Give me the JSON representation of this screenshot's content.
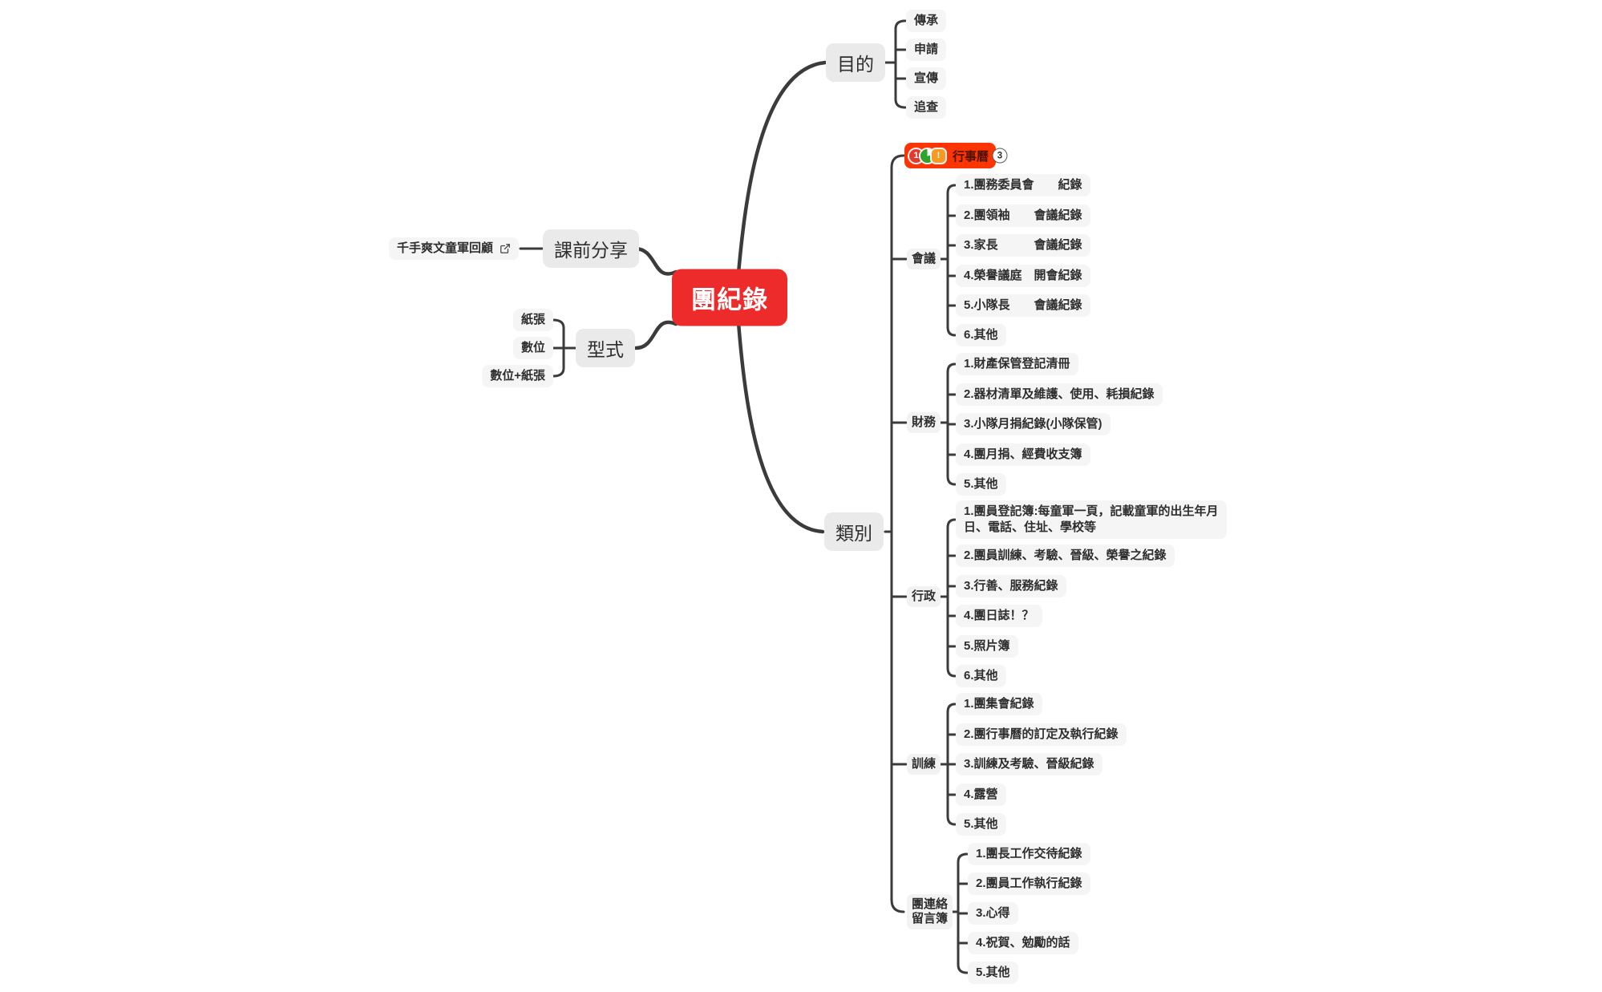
{
  "colors": {
    "root_bg": "#ED2B2B",
    "calendar_bg": "#FC3505",
    "topic_bg": "#EAEAEA",
    "leaf_bg": "#F5F5F5",
    "line": "#3B3B3B",
    "marker_red": "#E23A30",
    "marker_green": "#2FA42C",
    "marker_orange": "#F59A23"
  },
  "root": {
    "label": "團紀錄"
  },
  "purpose": {
    "label": "目的",
    "items": [
      "傳承",
      "申請",
      "宣傳",
      "追查"
    ]
  },
  "preclass": {
    "label": "課前分享",
    "link": {
      "label": "千手爽文童軍回顧",
      "icon": "external-link-icon"
    }
  },
  "format": {
    "label": "型式",
    "items": [
      "紙張",
      "數位",
      "數位+紙張"
    ]
  },
  "category": {
    "label": "類別"
  },
  "calendar": {
    "label": "行事曆",
    "badge": "3",
    "markers": [
      {
        "name": "priority-1-marker",
        "glyph": "1"
      },
      {
        "name": "task-progress-marker",
        "glyph": ""
      },
      {
        "name": "warning-marker",
        "glyph": "!"
      }
    ]
  },
  "sections": [
    {
      "label": "會議",
      "items": [
        "1.團務委員會　　紀錄",
        "2.團領袖　　會議紀錄",
        "3.家長　　　會議紀錄",
        "4.榮譽議庭　開會紀錄",
        "5.小隊長　　會議紀錄",
        "6.其他"
      ]
    },
    {
      "label": "財務",
      "items": [
        "1.財產保管登記清冊",
        "2.器材清單及維護、使用、耗損紀錄",
        "3.小隊月捐紀錄(小隊保管)",
        "4.團月捐、經費收支簿",
        "5.其他"
      ]
    },
    {
      "label": "行政",
      "items": [
        "1.團員登記簿:每童軍一頁，記載童軍的出生年月\n日、電話、住址、學校等",
        "2.團員訓練、考驗、晉級、榮譽之紀錄",
        "3.行善、服務紀錄",
        "4.團日誌！？",
        "5.照片簿",
        "6.其他"
      ]
    },
    {
      "label": "訓練",
      "items": [
        "1.團集會紀錄",
        "2.團行事曆的訂定及執行紀錄",
        "3.訓練及考驗、晉級紀錄",
        "4.露營",
        "5.其他"
      ]
    },
    {
      "label": "團連絡\n留言簿",
      "items": [
        "1.團長工作交待紀錄",
        "2.團員工作執行紀錄",
        "3.心得",
        "4.祝賀、勉勵的話",
        "5.其他"
      ]
    }
  ]
}
